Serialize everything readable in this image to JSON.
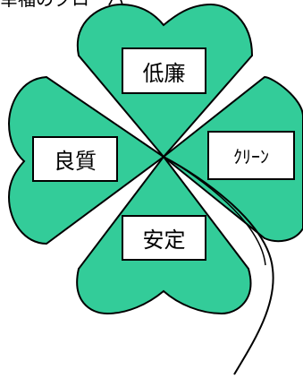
{
  "header": {
    "title": "幸福のクローバー"
  },
  "clover": {
    "leaf_color": "#33cc99",
    "outline_color": "#000000",
    "labels": {
      "top": "低廉",
      "left": "良質",
      "right": "ｸﾘｰﾝ",
      "bottom": "安定"
    }
  }
}
